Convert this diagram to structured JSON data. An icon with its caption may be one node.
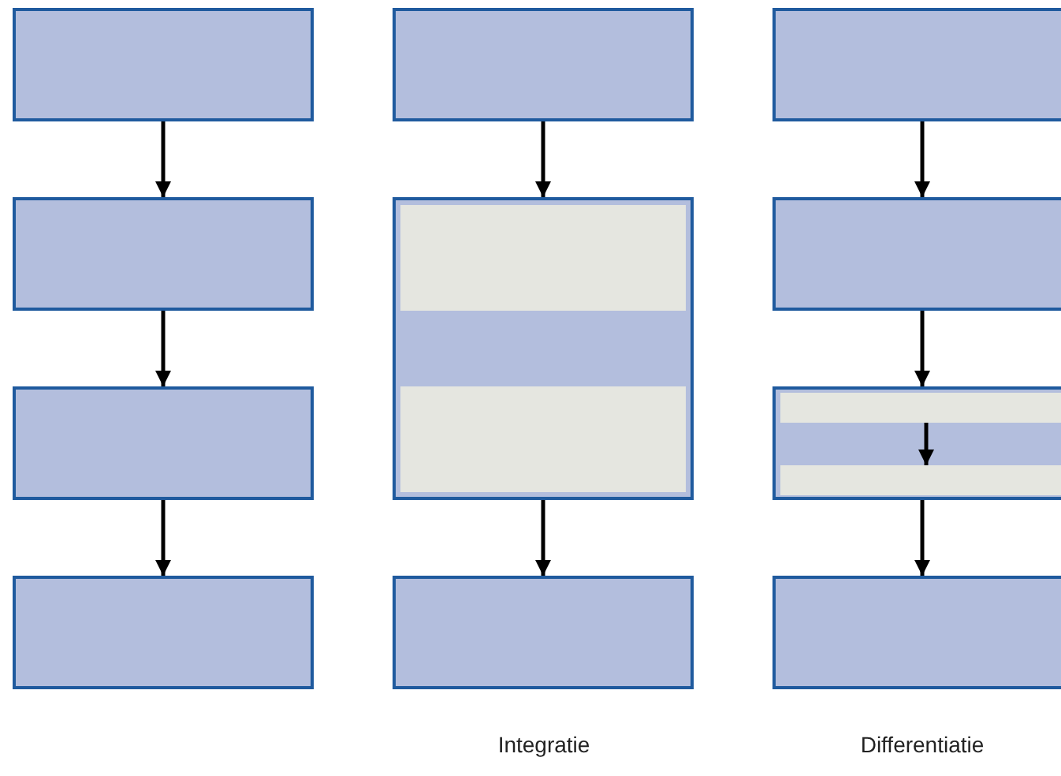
{
  "diagram": {
    "nodes": [
      {
        "text": [],
        "shape": "box"
      },
      {
        "text": [],
        "shape": "box"
      },
      {
        "text": [],
        "shape": "box"
      },
      {
        "text": [],
        "shape": "box"
      },
      {
        "text": [],
        "shape": "box"
      },
      {
        "text": [],
        "shape": "box"
      },
      {
        "text": [],
        "shape": "bar",
        "in": 5
      },
      {
        "text": [],
        "shape": "bar",
        "in": 5
      },
      {
        "text": [],
        "shape": "box"
      },
      {
        "text": [],
        "shape": "box"
      },
      {
        "text": [],
        "shape": "box"
      },
      {
        "text": [],
        "shape": "box"
      },
      {
        "text": [],
        "shape": "bar",
        "in": 11
      },
      {
        "text": [],
        "shape": "bar",
        "in": 11
      },
      {
        "text": [],
        "shape": "box"
      }
    ],
    "edges": [
      {
        "from": 0,
        "to": 1,
        "arrow": "to"
      },
      {
        "from": 1,
        "to": 2,
        "arrow": "to"
      },
      {
        "from": 2,
        "to": 3,
        "arrow": "to"
      },
      {
        "from": 4,
        "to": 5,
        "arrow": "to"
      },
      {
        "from": 5,
        "to": 8,
        "arrow": "to"
      },
      {
        "from": 9,
        "to": 10,
        "arrow": "to"
      },
      {
        "from": 10,
        "to": 11,
        "arrow": "to"
      },
      {
        "from": 12,
        "to": 13,
        "arrow": "to"
      },
      {
        "from": 11,
        "to": 14,
        "arrow": "to"
      }
    ],
    "labels": [
      "Integratie",
      "Differentiatie"
    ]
  }
}
